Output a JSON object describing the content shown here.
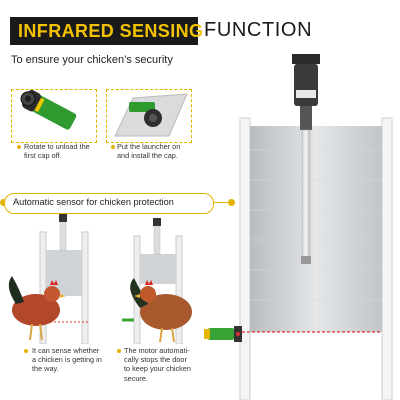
{
  "header": {
    "highlight": "INFRARED SENSING",
    "rest": "FUNCTION",
    "subtitle": "To ensure your chicken’s security"
  },
  "steps": [
    {
      "text_line1": "Rotate to unload the",
      "text_line2": "first cap off."
    },
    {
      "text_line1": "Put the launcher on",
      "text_line2": "and install the cap."
    }
  ],
  "section": {
    "label": "Automatic sensor for chicken protection"
  },
  "scenes": [
    {
      "line1": "It can sense whether",
      "line2": "a chicken is getting in",
      "line3": "the way."
    },
    {
      "line1": "The motor automati-",
      "line2": "cally stops the door",
      "line3": "to keep your chicken",
      "line4": "secure."
    }
  ],
  "colors": {
    "accent": "#f2c200",
    "header_bg": "#1a1a1a",
    "sensor_green": "#3aa335",
    "laser_red": "#e03030"
  }
}
